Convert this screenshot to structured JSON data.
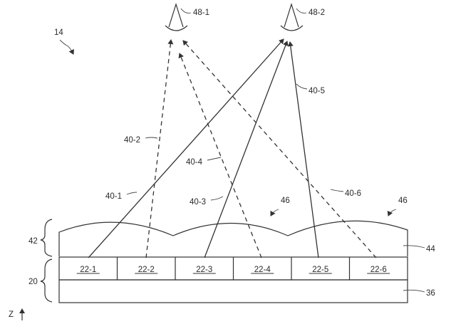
{
  "figure_ref": "14",
  "eyes": [
    {
      "label": "48-1"
    },
    {
      "label": "48-2"
    }
  ],
  "rays": [
    {
      "label": "40-1",
      "style": "solid"
    },
    {
      "label": "40-2",
      "style": "dashed"
    },
    {
      "label": "40-3",
      "style": "solid"
    },
    {
      "label": "40-4",
      "style": "dashed"
    },
    {
      "label": "40-5",
      "style": "solid"
    },
    {
      "label": "40-6",
      "style": "dashed"
    }
  ],
  "pixels": [
    "22-1",
    "22-2",
    "22-3",
    "22-4",
    "22-5",
    "22-6"
  ],
  "lens_labels": [
    "46",
    "46"
  ],
  "lens_layer_label": "44",
  "lens_group_label": "42",
  "display_group_label": "20",
  "substrate_label": "36",
  "axis_label": "Z"
}
